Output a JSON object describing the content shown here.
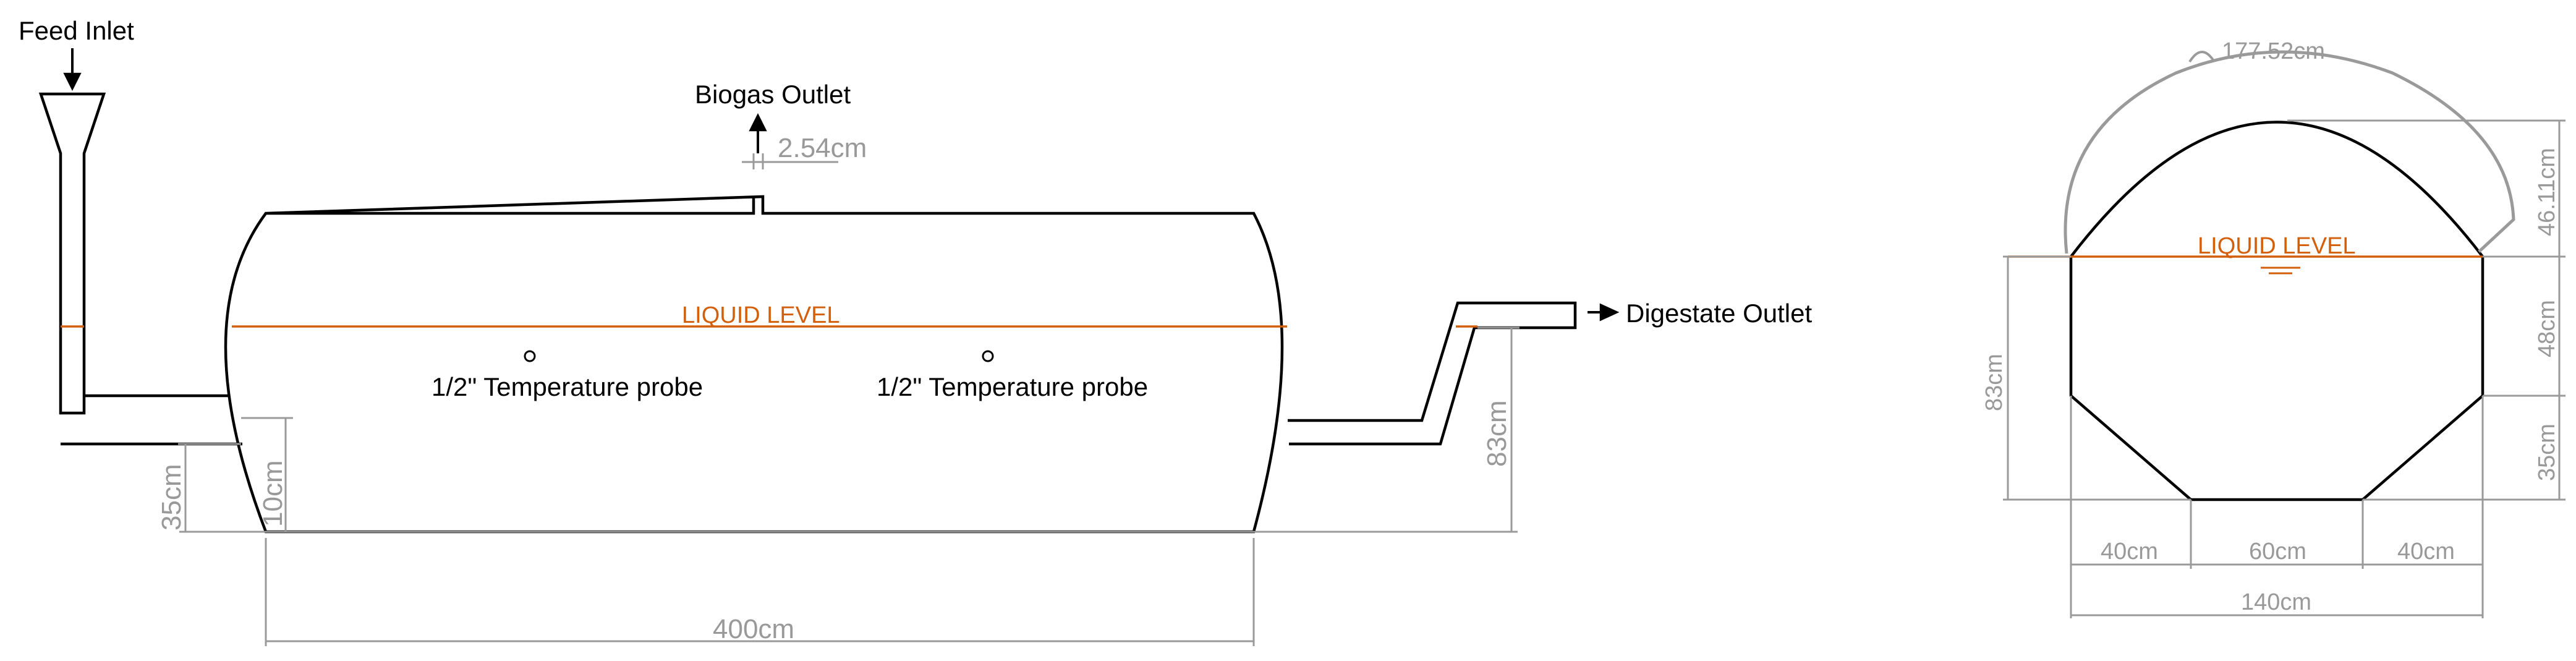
{
  "labels": {
    "feed_inlet": "Feed Inlet",
    "biogas_outlet": "Biogas Outlet",
    "digestate_outlet": "Digestate Outlet",
    "liquid_level": "LIQUID LEVEL",
    "temperature_probe": "1/2\" Temperature probe"
  },
  "dimensions": {
    "biogas_pipe": "2.54cm",
    "inlet_height": "35cm",
    "inlet_offset": "10cm",
    "length": "400cm",
    "outlet_height": "83cm",
    "arc_length": "177.52cm",
    "dome_height": "46.11cm",
    "liquid_depth": "83cm",
    "upper_wall": "48cm",
    "lower_wall": "35cm",
    "chamfer_left": "40cm",
    "base_width": "60cm",
    "chamfer_right": "40cm",
    "total_width": "140cm"
  },
  "colors": {
    "outline": "#000000",
    "dimension": "#999999",
    "liquid_level": "#d35f0a"
  }
}
